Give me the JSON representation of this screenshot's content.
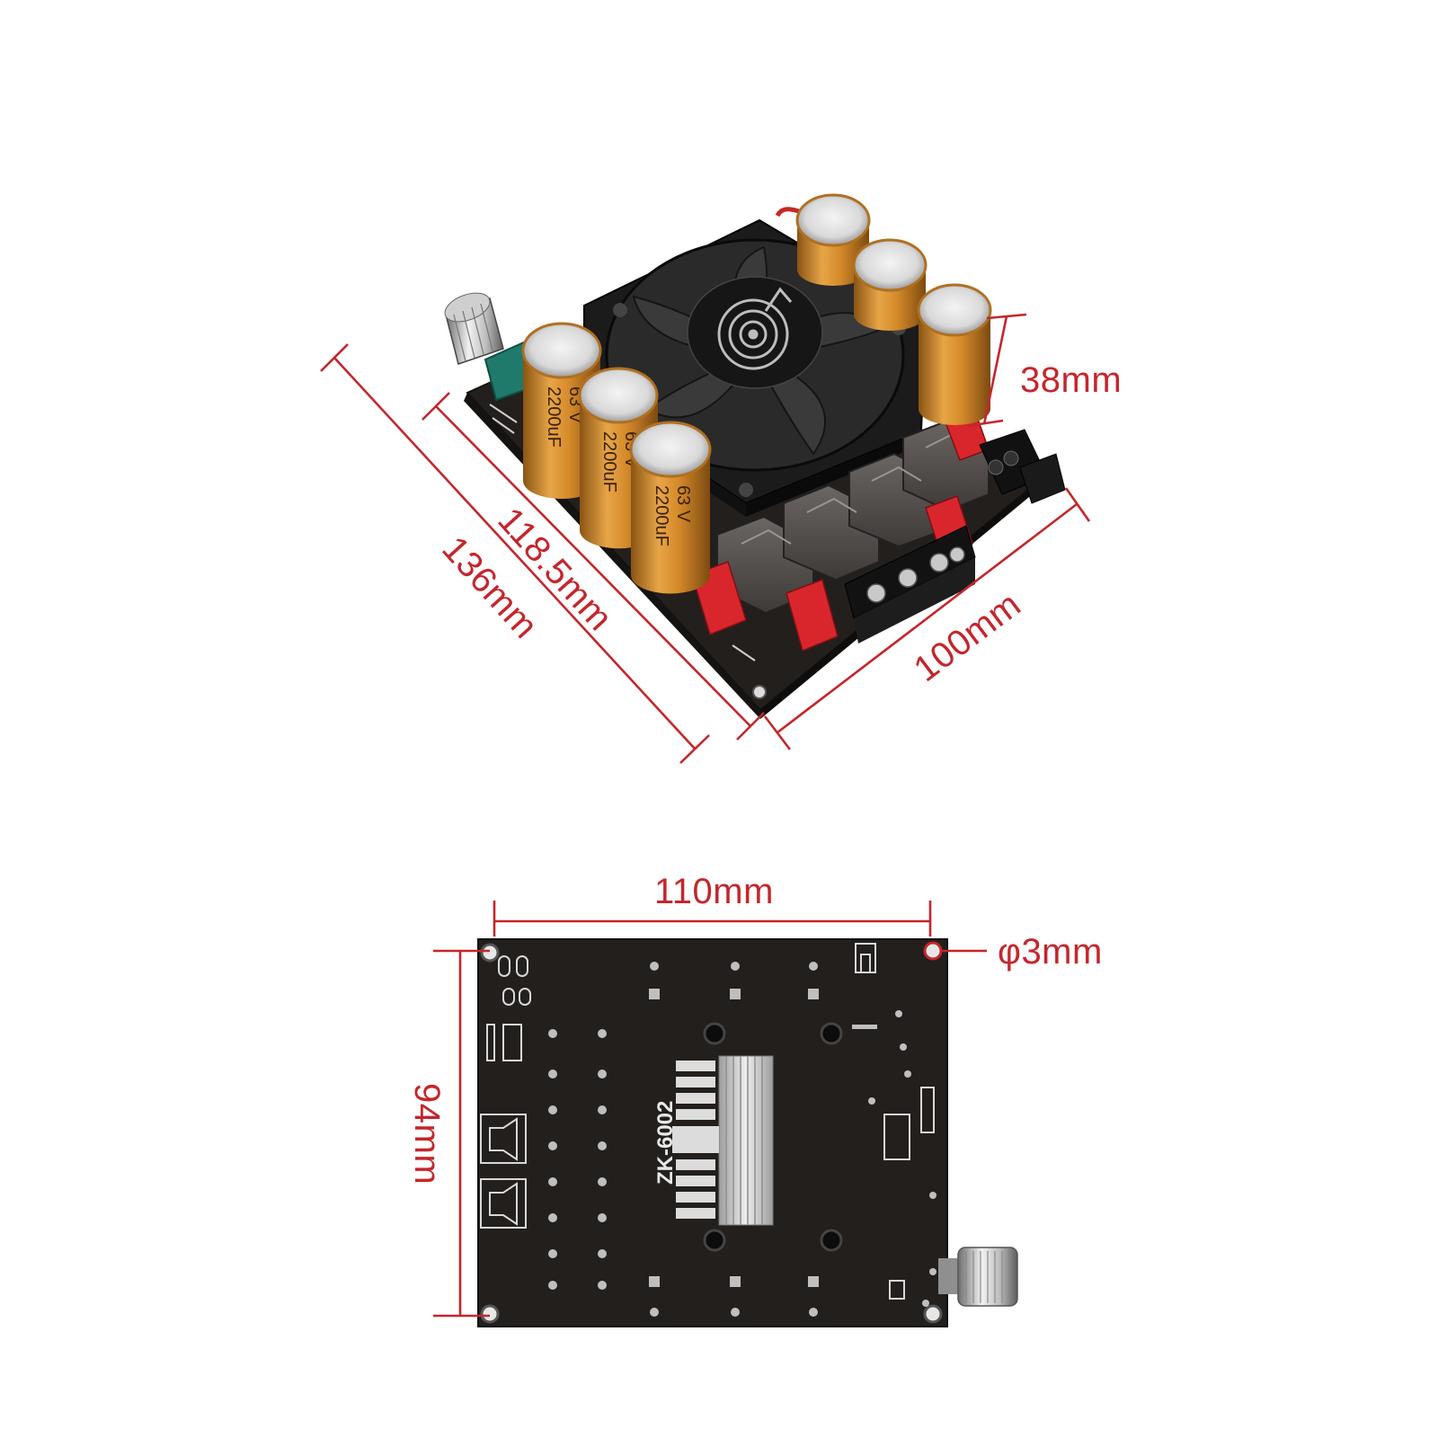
{
  "colors": {
    "dimension": "#c4262c",
    "pcb": "#231f1d",
    "capacitor": "#d58a2a",
    "terminal_red": "#d9262c",
    "fan": "#1b1b1b",
    "heatsink": "#c9c9c9"
  },
  "top_view": {
    "dimensions": {
      "height": "38mm",
      "inner_length": "118.5mm",
      "outer_length": "136mm",
      "width": "100mm"
    },
    "capacitor_labels": {
      "capacitance": "2200uF",
      "voltage": "63 V"
    }
  },
  "bottom_view": {
    "board_model": "ZK-6002",
    "dimensions": {
      "width": "110mm",
      "height": "94mm",
      "hole_diameter": "φ3mm"
    }
  }
}
